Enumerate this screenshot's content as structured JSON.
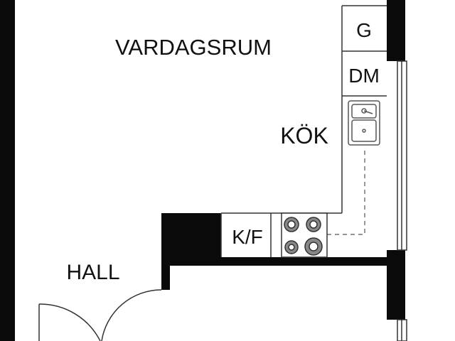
{
  "rooms": {
    "living_room": "VARDAGSRUM",
    "kitchen": "KÖK",
    "hall": "HALL"
  },
  "appliances": {
    "freezer": "G",
    "dishwasher": "DM",
    "fridge_freezer": "K/F"
  },
  "colors": {
    "wall": "#0a0a0a",
    "line": "#333333",
    "fixture": "#555555",
    "background": "#ffffff"
  }
}
